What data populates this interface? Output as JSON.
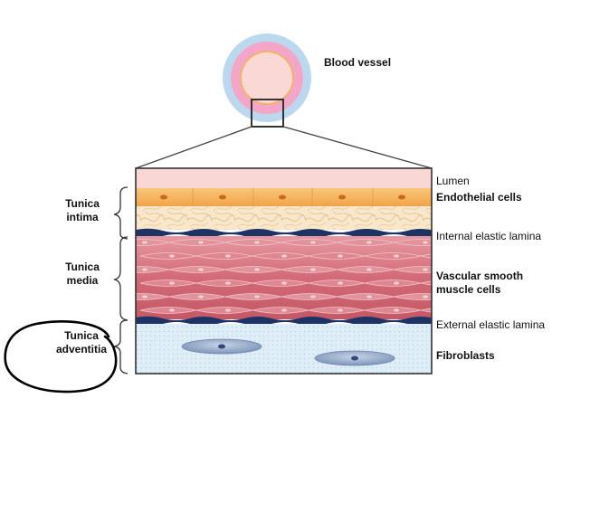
{
  "title_label": "Blood vessel",
  "right_labels": {
    "lumen": "Lumen",
    "endothelial": "Endothelial cells",
    "internal_lamina": "Internal  elastic lamina",
    "smooth_muscle_line1": "Vascular smooth",
    "smooth_muscle_line2": "muscle cells",
    "external_lamina": "External elastic lamina",
    "fibroblasts": "Fibroblasts"
  },
  "left_labels": {
    "intima_line1": "Tunica",
    "intima_line2": "intima",
    "media_line1": "Tunica",
    "media_line2": "media",
    "adventitia_line1": "Tunica",
    "adventitia_line2": "adventitia"
  },
  "colors": {
    "outer_ring": "#b9d6ee",
    "vessel_ring": "#f2a8c8",
    "lumen": "#f8d8d6",
    "endothelium": "#f4b35d",
    "internal_layer": "#f9e6c8",
    "elastic_lamina": "#1f3566",
    "smooth_muscle": "#d46e7a",
    "adventitia": "#dcecf5",
    "fibroblast": "#8ea3c5",
    "annotation_circle": "#000000"
  }
}
